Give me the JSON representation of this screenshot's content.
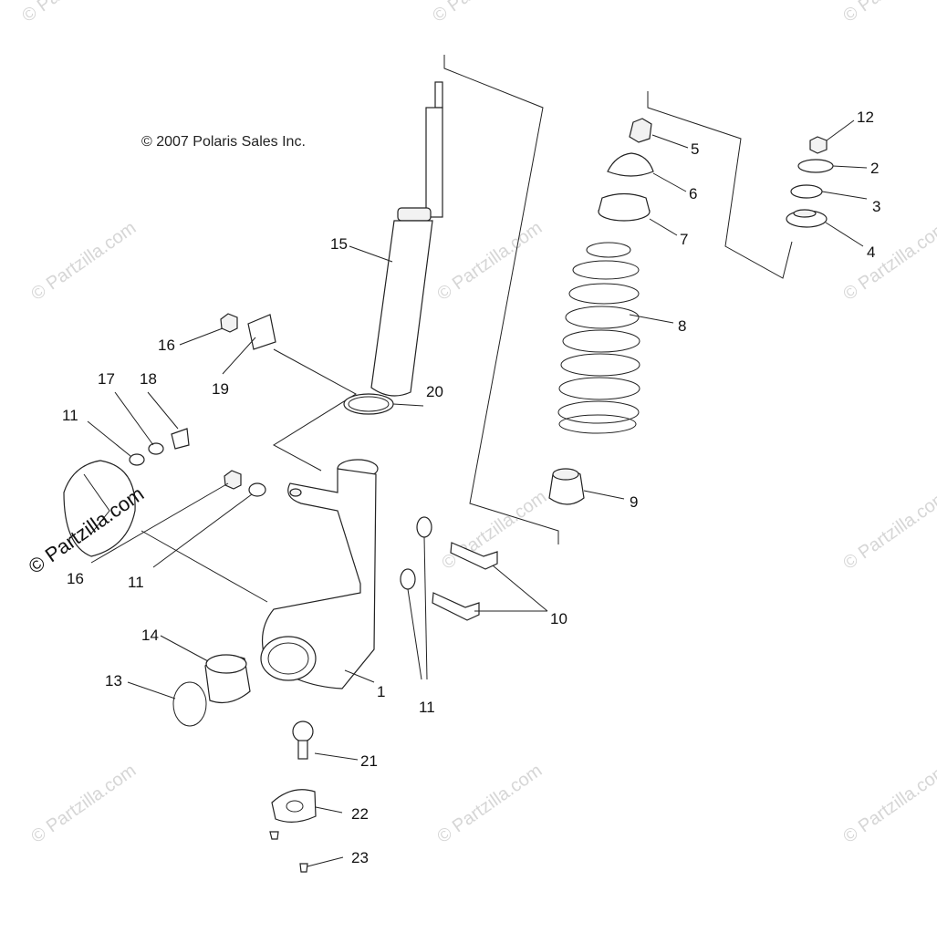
{
  "copyright": "© 2007 Polaris Sales Inc.",
  "watermark": {
    "text": "© Partzilla.com",
    "main_text": "© Partzilla.com"
  },
  "callouts": [
    "1",
    "2",
    "3",
    "4",
    "5",
    "6",
    "7",
    "8",
    "9",
    "10",
    "11",
    "11",
    "11",
    "11",
    "12",
    "13",
    "14",
    "15",
    "16",
    "16",
    "17",
    "18",
    "19",
    "20",
    "21",
    "22",
    "23"
  ]
}
